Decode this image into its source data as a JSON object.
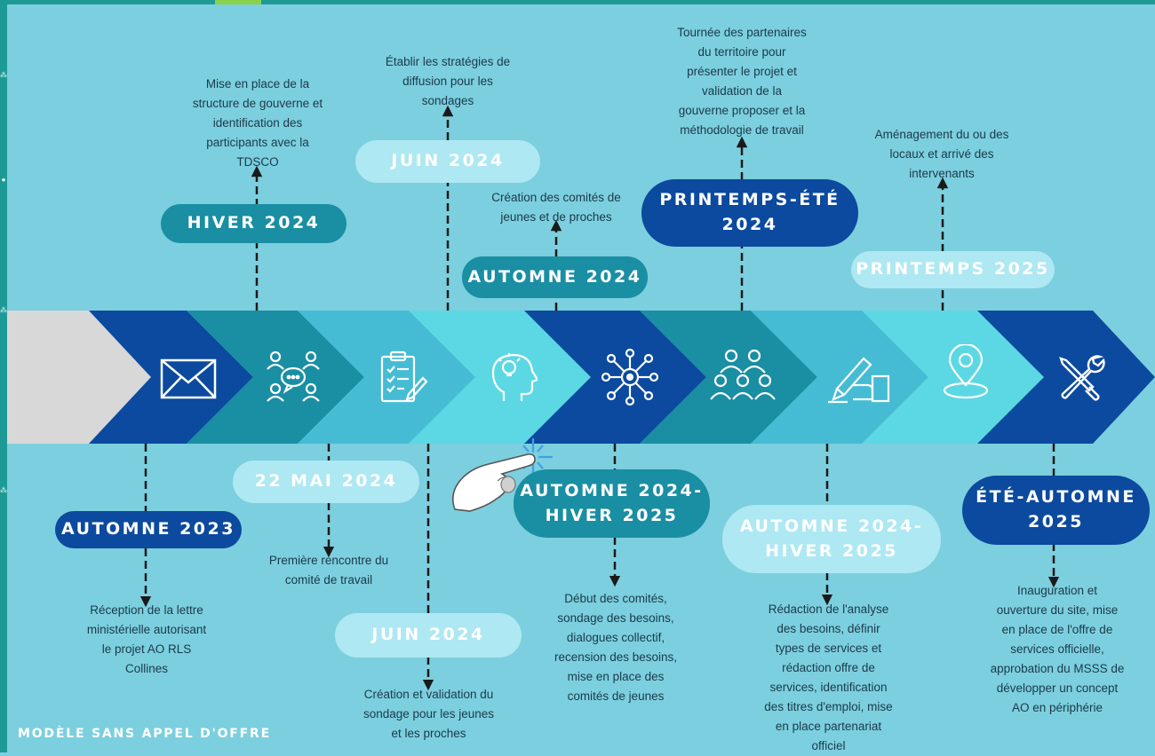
{
  "colors": {
    "background": "#7ccfde",
    "navy": "#0b4a9e",
    "teal": "#1a8ea3",
    "light_teal": "#45bcd4",
    "pale_cyan": "#aee8f2",
    "arrow_grey": "#d8d8d8"
  },
  "timeline": {
    "top": [
      {
        "date": "HIVER 2024",
        "text": "Mise en place de la\nstructure de gouverne et\nidentification des\nparticipants avec la\nTDSCO"
      },
      {
        "date": "JUIN 2024",
        "text": "Établir les stratégies de\ndiffusion pour les\nsondages"
      },
      {
        "date": "AUTOMNE 2024",
        "text": "Création des comités de\njeunes et de proches"
      },
      {
        "date": "PRINTEMPS-ÉTÉ\n2024",
        "text": "Tournée des partenaires\ndu territoire pour\nprésenter le projet et\nvalidation de la\ngouverne proposer et la\nméthodologie de travail"
      },
      {
        "date": "PRINTEMPS 2025",
        "text": "Aménagement du ou des\nlocaux et arrivé des\nintervenants"
      }
    ],
    "bottom": [
      {
        "date": "AUTOMNE 2023",
        "text": "Réception de la lettre\nministérielle autorisant\nle projet AO RLS\nCollines"
      },
      {
        "date": "22 MAI 2024",
        "text": "Première rencontre du\ncomité de travail"
      },
      {
        "date": "JUIN 2024",
        "text": "Création et validation du\nsondage pour les jeunes\net les proches"
      },
      {
        "date": "AUTOMNE 2024-\nHIVER 2025",
        "text": "Début des comités,\nsondage des besoins,\ndialogues collectif,\nrecension des besoins,\nmise en place des\ncomités de jeunes"
      },
      {
        "date": "AUTOMNE 2024-\nHIVER 2025",
        "text": "Rédaction de l'analyse\ndes besoins, définir\ntypes de services et\nrédaction offre de\nservices, identification\ndes titres d'emploi, mise\nen place partenariat\nofficiel"
      },
      {
        "date": "ÉTÉ-AUTOMNE\n2025",
        "text": "Inauguration et\nouverture du site, mise\nen place de l'offre de\nservices officielle,\napprobation du MSSS de\ndévelopper un concept\nAO en périphérie"
      }
    ]
  },
  "icons": [
    "envelope-icon",
    "people-discussion-icon",
    "clipboard-checklist-icon",
    "idea-head-icon",
    "network-hub-icon",
    "group-icon",
    "hand-writing-icon",
    "location-pin-icon",
    "tools-icon",
    "hand-pointer-icon"
  ],
  "footer": "MODÈLE SANS APPEL D'OFFRE"
}
